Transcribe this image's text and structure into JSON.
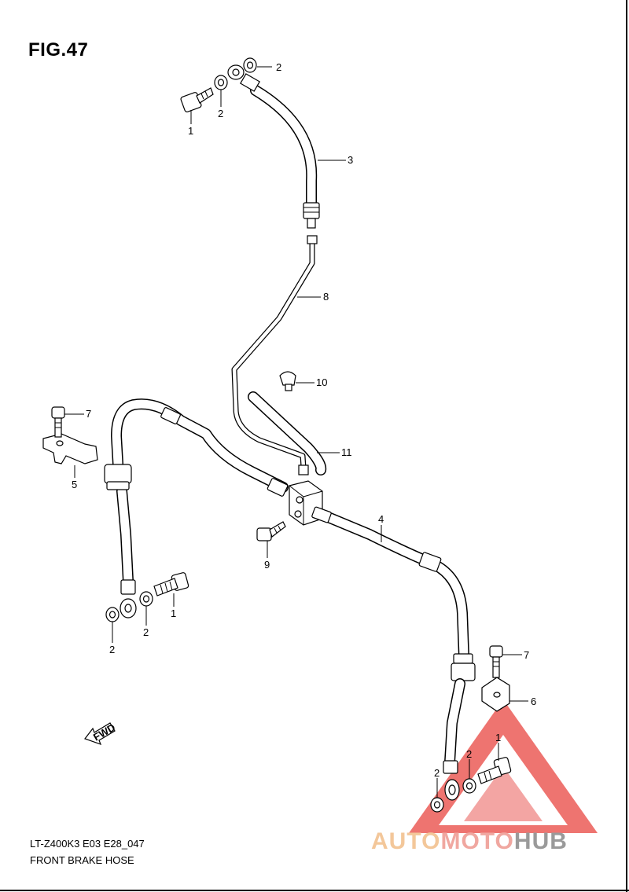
{
  "figure": {
    "title": "FIG.47"
  },
  "footer": {
    "model_code": "LT-Z400K3 E03 E28_047",
    "section_name": "FRONT BRAKE  HOSE"
  },
  "direction_marker": {
    "label": "FWD"
  },
  "watermark": {
    "part1": "AUTO",
    "part2": "MOTO",
    "part3": "HUB",
    "colors": {
      "auto": "#f3c79a",
      "moto": "#f0a7a0",
      "hub": "#9a9a9a",
      "triangle": "#e8403a"
    }
  },
  "callouts": {
    "top_bolt": "1",
    "top_washer_lower": "2",
    "top_washer_upper": "2",
    "upper_hose": "3",
    "pipe": "8",
    "clip": "10",
    "grommet": "11",
    "left_bolt": "7",
    "left_bracket": "5",
    "joint_bolt": "9",
    "front_hose": "4",
    "left_banjo_bolt": "1",
    "left_washer_a": "2",
    "left_washer_b": "2",
    "right_bolt": "7",
    "right_bracket": "6",
    "right_banjo_bolt": "1",
    "right_washer_a": "2",
    "right_washer_b": "2"
  }
}
